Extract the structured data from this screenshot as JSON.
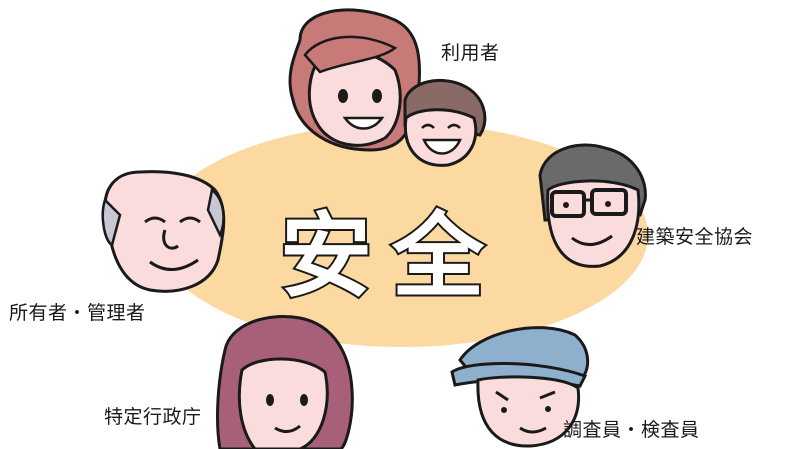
{
  "center": {
    "text": "安全",
    "fill_color": "#fbd9a0"
  },
  "labels": {
    "users": "利用者",
    "association": "建築安全協会",
    "owner": "所有者・管理者",
    "administration": "特定行政庁",
    "inspector": "調査員・検査員"
  },
  "colors": {
    "ellipse": "#fbd9a0",
    "skin": "#fadcdc",
    "mother_hair": "#c87a78",
    "child_hair": "#8a6a66",
    "man_hair": "#6a6a6a",
    "woman_hair": "#a8607a",
    "cap": "#8fb0cc",
    "elder_hair": "#c8c8d4"
  }
}
